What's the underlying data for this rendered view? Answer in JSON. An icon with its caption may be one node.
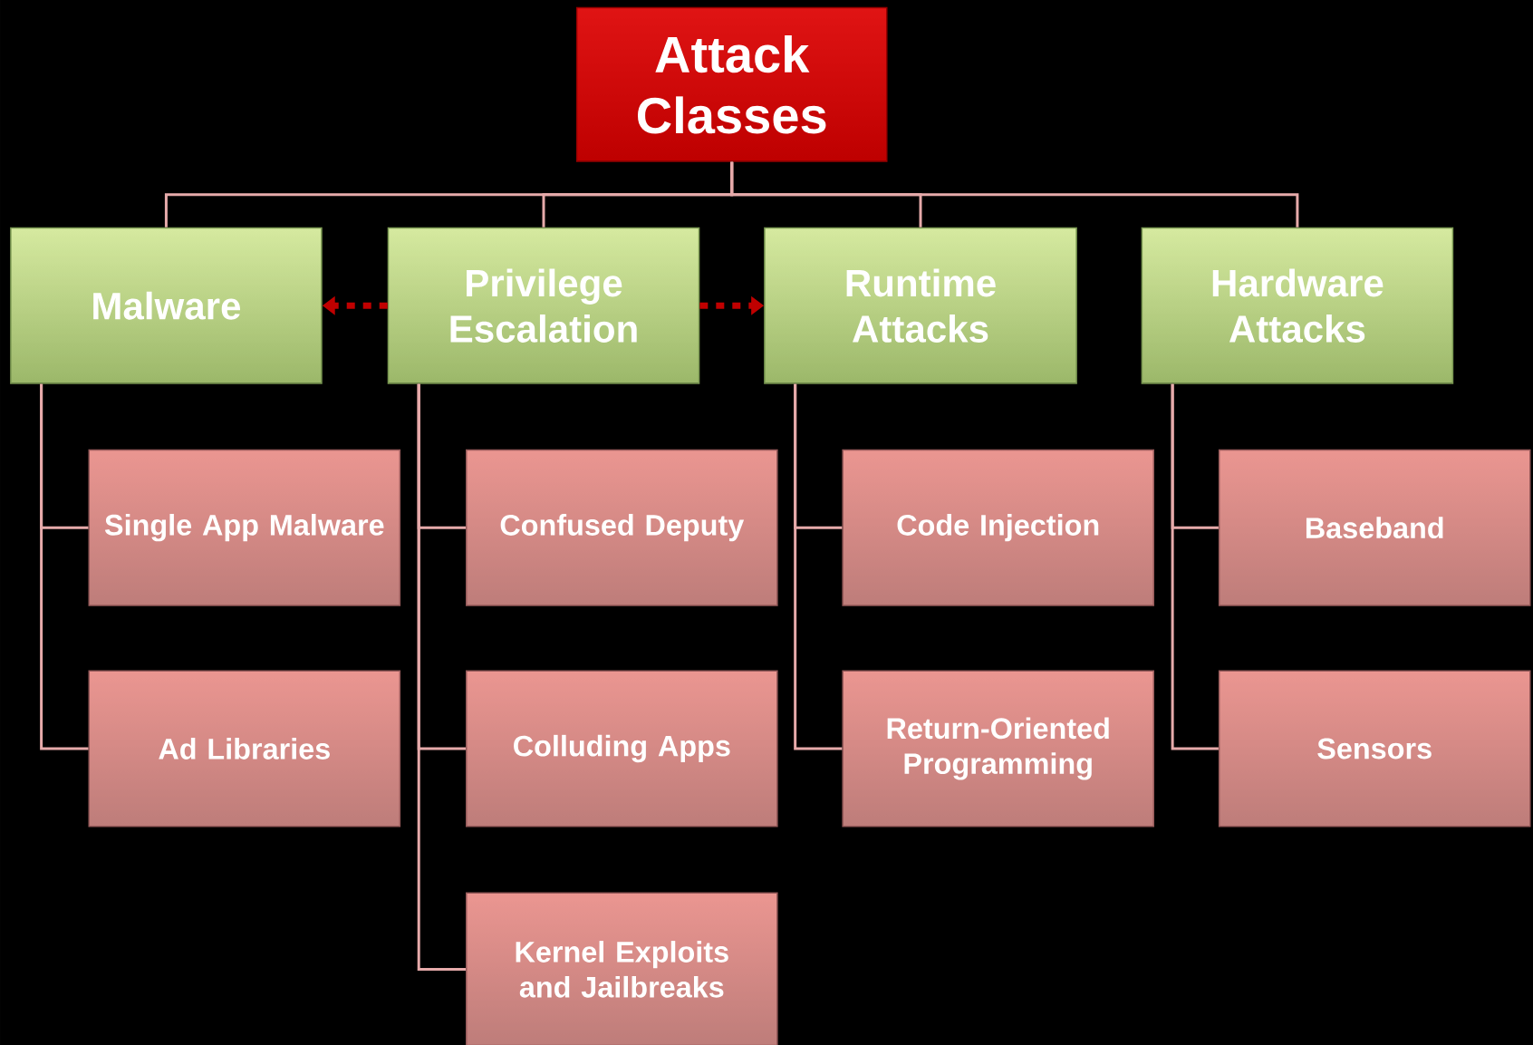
{
  "diagram": {
    "nodes": [
      {
        "text": [
          "Attack Classes"
        ]
      },
      {
        "text": [
          "Malware"
        ]
      },
      {
        "text": [
          "Privilege Escalation"
        ]
      },
      {
        "text": [
          "Runtime Attacks"
        ]
      },
      {
        "text": [
          "Hardware Attacks"
        ]
      },
      {
        "text": [
          "Single App Malware"
        ]
      },
      {
        "text": [
          "Ad Libraries"
        ]
      },
      {
        "text": [
          "Confused Deputy"
        ]
      },
      {
        "text": [
          "Colluding Apps"
        ]
      },
      {
        "text": [
          "Kernel Exploits and Jailbreaks"
        ]
      },
      {
        "text": [
          "Code Injection"
        ]
      },
      {
        "text": [
          "Return-Oriented Programming"
        ]
      },
      {
        "text": [
          "Baseband"
        ]
      },
      {
        "text": [
          "Sensors"
        ]
      }
    ],
    "edges": [
      {
        "from": 0,
        "to": 1,
        "arrow": "none"
      },
      {
        "from": 0,
        "to": 2,
        "arrow": "none"
      },
      {
        "from": 0,
        "to": 3,
        "arrow": "none"
      },
      {
        "from": 0,
        "to": 4,
        "arrow": "none"
      },
      {
        "from": 1,
        "to": 5,
        "arrow": "none"
      },
      {
        "from": 1,
        "to": 6,
        "arrow": "none"
      },
      {
        "from": 2,
        "to": 7,
        "arrow": "none"
      },
      {
        "from": 2,
        "to": 8,
        "arrow": "none"
      },
      {
        "from": 2,
        "to": 9,
        "arrow": "none"
      },
      {
        "from": 3,
        "to": 10,
        "arrow": "none"
      },
      {
        "from": 3,
        "to": 11,
        "arrow": "none"
      },
      {
        "from": 4,
        "to": 12,
        "arrow": "none"
      },
      {
        "from": 4,
        "to": 13,
        "arrow": "none"
      },
      {
        "from": 2,
        "to": 1,
        "arrow": "to",
        "style": "dashed",
        "color": "#c00000"
      },
      {
        "from": 2,
        "to": 3,
        "arrow": "to",
        "style": "dashed",
        "color": "#c00000"
      }
    ]
  }
}
